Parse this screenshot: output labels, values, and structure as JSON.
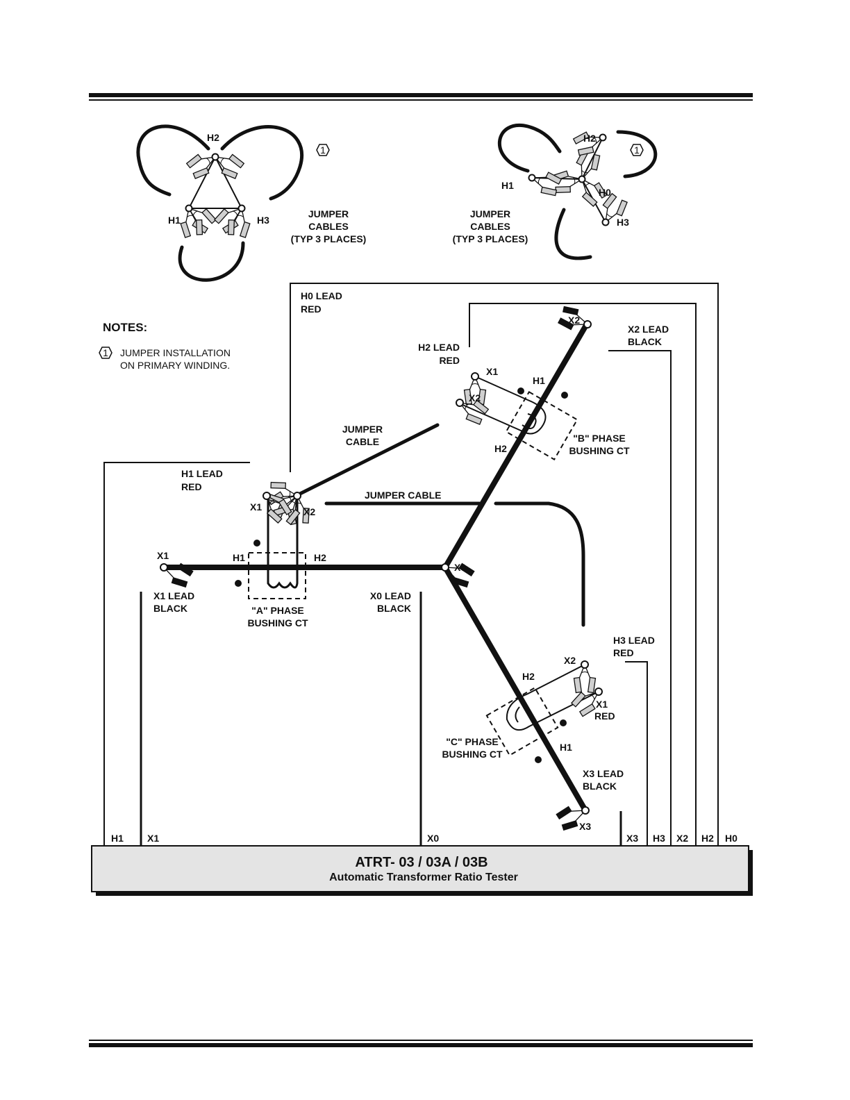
{
  "notes": {
    "title": "NOTES:",
    "marker": "1",
    "line1": "JUMPER INSTALLATION",
    "line2": "ON  PRIMARY WINDING."
  },
  "delta": {
    "marker": "1",
    "h1": "H1",
    "h2": "H2",
    "h3": "H3",
    "caption1": "JUMPER",
    "caption2": "CABLES",
    "caption3": "(TYP 3 PLACES)"
  },
  "wye": {
    "marker": "1",
    "h0": "H0",
    "h1": "H1",
    "h2": "H2",
    "h3": "H3",
    "caption1": "JUMPER",
    "caption2": "CABLES",
    "caption3": "(TYP 3 PLACES)"
  },
  "leads": {
    "h0_1": "H0  LEAD",
    "h0_2": "RED",
    "h1_1": "H1  LEAD",
    "h1_2": "RED",
    "h2_1": "H2  LEAD",
    "h2_2": "RED",
    "h3_1": "H3  LEAD",
    "h3_2": "RED",
    "x1_1": "X1  LEAD",
    "x1_2": "BLACK",
    "x0_1": "X0  LEAD",
    "x0_2": "BLACK",
    "x2_1": "X2  LEAD",
    "x2_2": "BLACK",
    "x3_1": "X3  LEAD",
    "x3_2": "BLACK"
  },
  "phase_a": {
    "title1": "\"A\" PHASE",
    "title2": "BUSHING CT",
    "h1": "H1",
    "h2": "H2",
    "x1": "X1",
    "x2": "X2"
  },
  "phase_b": {
    "title1": "\"B\" PHASE",
    "title2": "BUSHING CT",
    "h1": "H1",
    "h2": "H2",
    "x1": "X1",
    "x2": "X2"
  },
  "phase_c": {
    "title1": "\"C\" PHASE",
    "title2": "BUSHING CT",
    "h1": "H1",
    "h2": "H2",
    "x1": "X1",
    "x1_color": "RED",
    "x2": "X2"
  },
  "bus": {
    "x0": "X0",
    "x1": "X1",
    "x2": "X2",
    "x3": "X3"
  },
  "jumper_cable": {
    "upper1": "JUMPER",
    "upper2": "CABLE",
    "lower": "JUMPER CABLE"
  },
  "terminals": [
    "H1",
    "X1",
    "X0",
    "X3",
    "H3",
    "X2",
    "H2",
    "H0"
  ],
  "instrument": {
    "title": "ATRT- 03 / 03A / 03B",
    "subtitle": "Automatic Transformer Ratio Tester"
  }
}
